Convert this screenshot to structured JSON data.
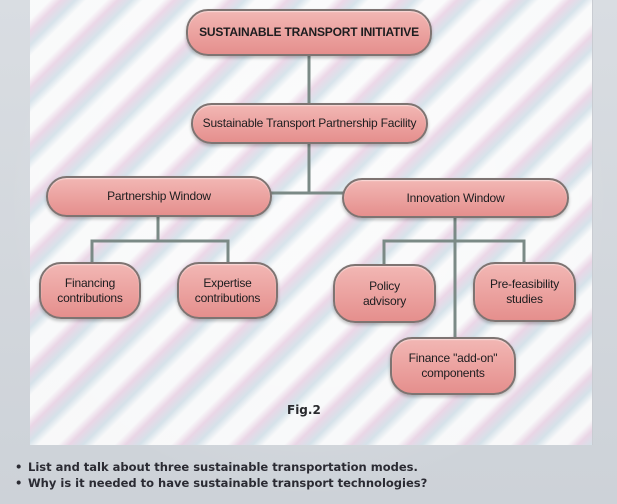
{
  "diagram": {
    "root": "SUSTAINABLE TRANSPORT INITIATIVE",
    "facility": "Sustainable Transport Partnership Facility",
    "partnership_window": "Partnership Window",
    "innovation_window": "Innovation Window",
    "financing_contributions": "Financing\ncontributions",
    "expertise_contributions": "Expertise\ncontributions",
    "policy_advisory": "Policy\nadvisory",
    "pre_feasibility_studies": "Pre-feasibility\nstudies",
    "finance_addon_components": "Finance \"add-on\"\ncomponents"
  },
  "figure_label": "Fig.2",
  "questions": [
    "List and talk about three sustainable transportation modes.",
    "Why is it needed to have sustainable transport technologies?"
  ],
  "icons": {
    "bullet": "•"
  },
  "colors": {
    "box_fill_top": "#f2b7b4",
    "box_fill_bottom": "#e58f8d",
    "box_border": "#7e7472",
    "connector": "#7b8a86",
    "question_text": "#2b2b33"
  }
}
